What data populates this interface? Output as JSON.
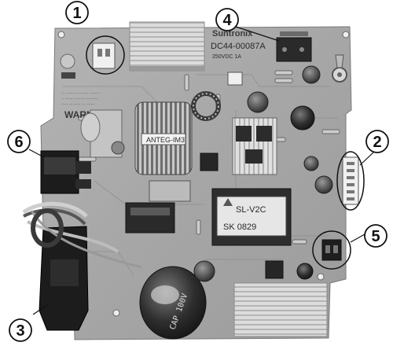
{
  "board": {
    "brand": "Suntronix",
    "part_number": "DC44-00087A",
    "rating": "250VDC 1A",
    "warning_title": "WARNING",
    "transformer_label": "SL-V2C",
    "transformer_code": "SK 0829",
    "toroid_label": "ANTEG-IM3",
    "capacitor_label": "CAP 100V"
  },
  "callouts": [
    {
      "number": "1"
    },
    {
      "number": "2"
    },
    {
      "number": "3"
    },
    {
      "number": "4"
    },
    {
      "number": "5"
    },
    {
      "number": "6"
    }
  ],
  "colors": {
    "background": "#ffffff",
    "pcb": "#a9a9a9",
    "heatsink": "#d8d8d8",
    "dark_component": "#262626",
    "callout_stroke": "#111111"
  }
}
